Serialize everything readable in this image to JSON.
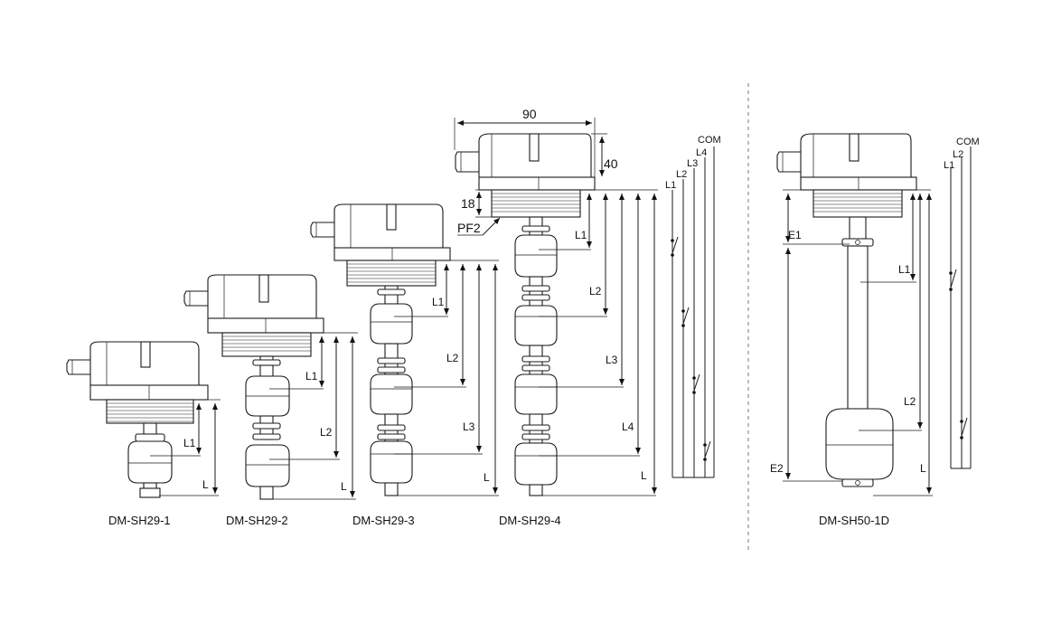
{
  "models": {
    "m1": "DM-SH29-1",
    "m2": "DM-SH29-2",
    "m3": "DM-SH29-3",
    "m4": "DM-SH29-4",
    "m5": "DM-SH50-1D"
  },
  "dims": {
    "width": "90",
    "height": "40",
    "thread_h": "18",
    "thread_spec": "PF2",
    "L": "L",
    "L1": "L1",
    "L2": "L2",
    "L3": "L3",
    "L4": "L4",
    "E1": "E1",
    "E2": "E2",
    "com": "COM"
  }
}
